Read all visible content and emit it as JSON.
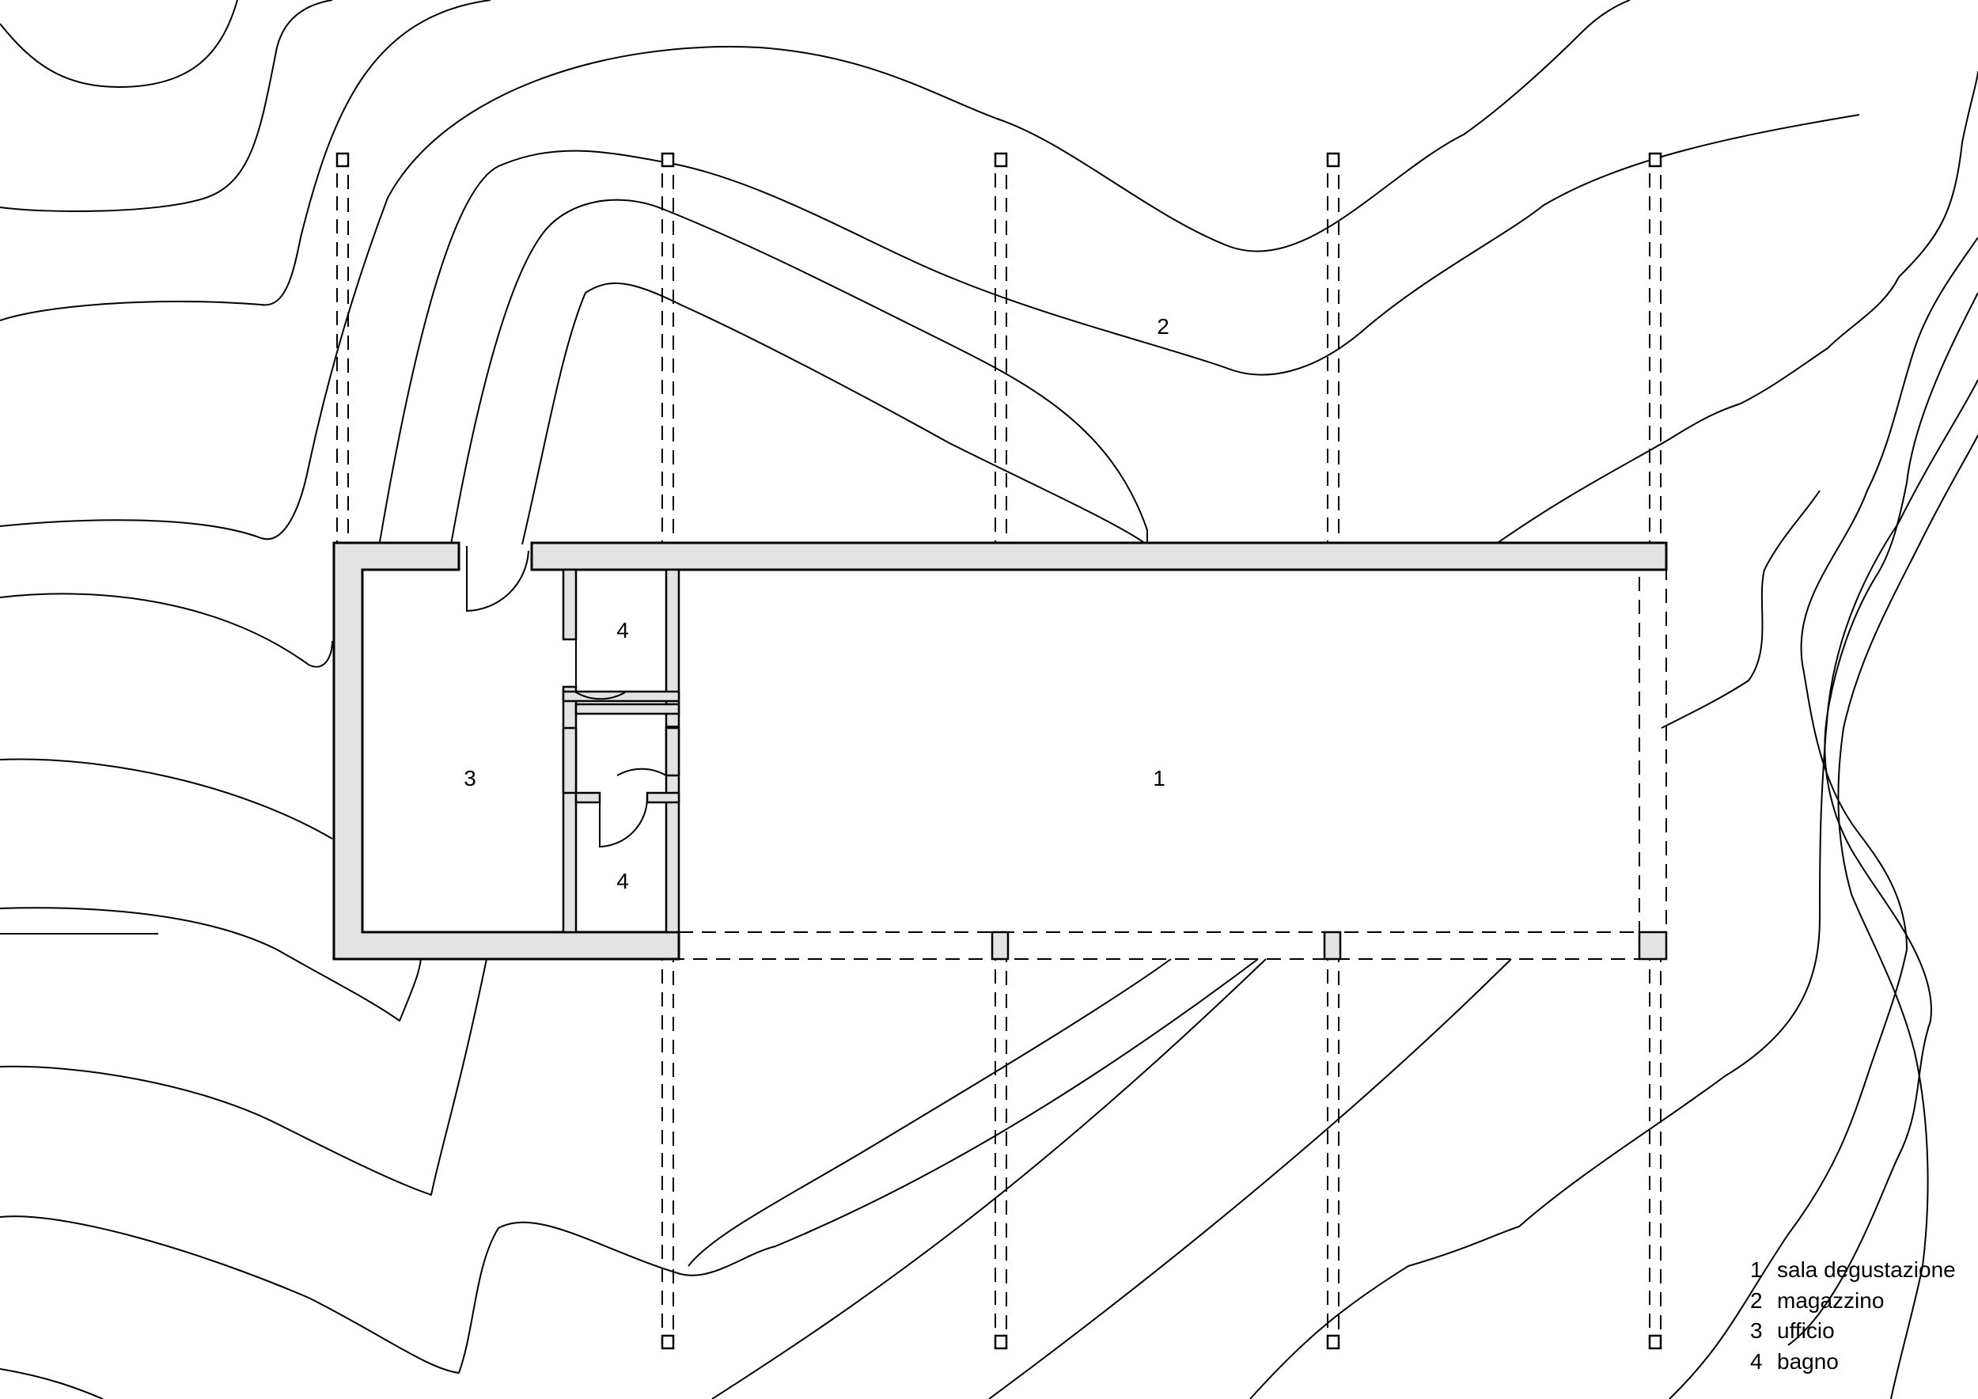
{
  "rooms": [
    {
      "id": "1",
      "number": "1"
    },
    {
      "id": "2",
      "number": "2"
    },
    {
      "id": "3",
      "number": "3"
    },
    {
      "id": "4a",
      "number": "4"
    },
    {
      "id": "4b",
      "number": "4"
    }
  ],
  "legend": [
    {
      "number": "1",
      "label": "sala degustazione"
    },
    {
      "number": "2",
      "label": "magazzino"
    },
    {
      "number": "3",
      "label": "ufficio"
    },
    {
      "number": "4",
      "label": "bagno"
    }
  ],
  "colors": {
    "line": "#000000",
    "wall_fill": "#e3e3e3",
    "background": "#ffffff"
  }
}
